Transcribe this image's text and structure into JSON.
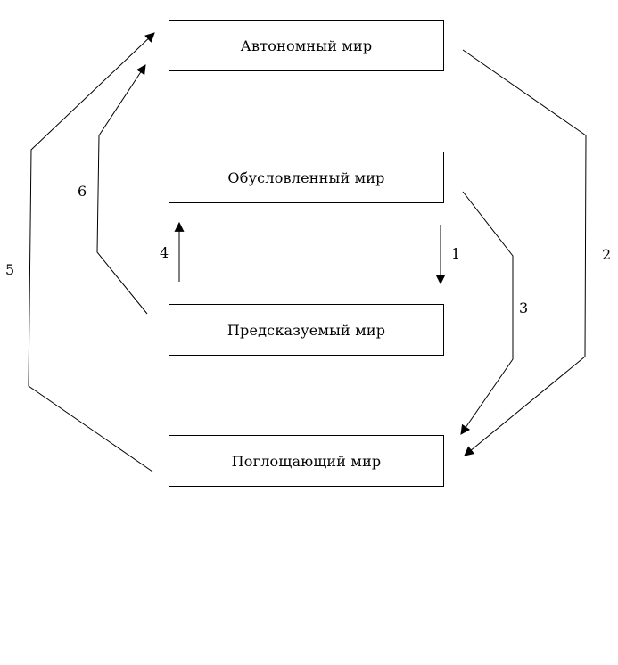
{
  "diagram": {
    "nodes": {
      "autonomous": "Автономный мир",
      "conditioned": "Обусловленный мир",
      "predictable": "Предсказуемый мир",
      "absorbing": "Поглощающий мир"
    },
    "edges": [
      {
        "label": "1",
        "from": "Обусловленный мир",
        "to": "Предсказуемый мир"
      },
      {
        "label": "2",
        "from": "Автономный мир",
        "to": "Поглощающий мир"
      },
      {
        "label": "3",
        "from": "Обусловленный мир",
        "to": "Поглощающий мир"
      },
      {
        "label": "4",
        "from": "Предсказуемый мир",
        "to": "Обусловленный мир"
      },
      {
        "label": "5",
        "from": "Поглощающий мир",
        "to": "Автономный мир"
      },
      {
        "label": "6",
        "from": "Предсказуемый мир",
        "to": "Автономный мир"
      }
    ]
  }
}
